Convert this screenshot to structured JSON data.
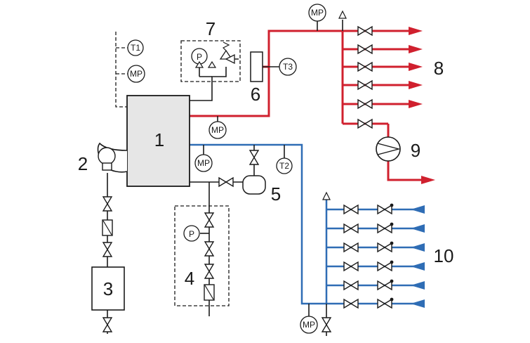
{
  "components": {
    "boiler": "1",
    "burner_fan": "2",
    "fuel_tank": "3",
    "water_treatment": "4",
    "expansion_vessel": "5",
    "heat_exchanger": "6",
    "safety_group": "7",
    "supply_manifold": "8",
    "circulation_pump": "9",
    "return_manifold": "10"
  },
  "instruments": {
    "temp_1": "T1",
    "temp_2": "T2",
    "temp_3": "T3",
    "manometer": "MP",
    "pressure": "P"
  },
  "colors": {
    "supply": "#d0202e",
    "return": "#2f6db5",
    "boiler_fill": "#e6e6e6",
    "line": "#1a1a1a"
  }
}
